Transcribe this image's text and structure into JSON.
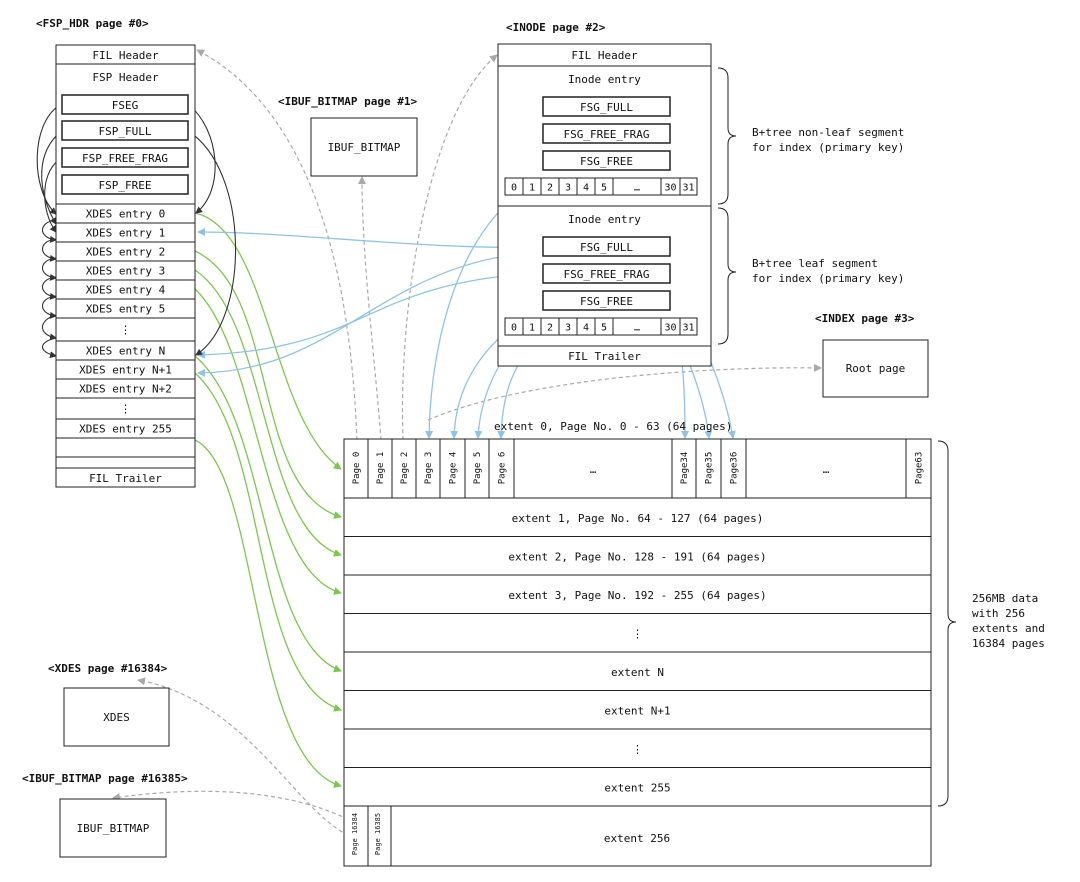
{
  "colors": {
    "xdes_link": "#7cc84a",
    "inode_link": "#8ec3e6",
    "page_ref": "#a9a9a9",
    "list_link": "#333333",
    "border": "#222222"
  },
  "fsp_hdr": {
    "title": "<FSP_HDR page #0>",
    "fil_header": "FIL Header",
    "fsp_header": "FSP Header",
    "fseg": "FSEG",
    "fsp_full": "FSP_FULL",
    "fsp_free_frag": "FSP_FREE_FRAG",
    "fsp_free": "FSP_FREE",
    "entries": [
      "XDES entry 0",
      "XDES entry 1",
      "XDES entry 2",
      "XDES entry 3",
      "XDES entry 4",
      "XDES entry 5",
      "⋮",
      "XDES entry N",
      "XDES entry N+1",
      "XDES entry N+2",
      "⋮",
      "XDES entry 255",
      ""
    ],
    "fil_trailer": "FIL Trailer"
  },
  "ibuf_bitmap_1": {
    "title": "<IBUF_BITMAP page #1>",
    "label": "IBUF_BITMAP"
  },
  "inode": {
    "title": "<INODE page #2>",
    "fil_header": "FIL Header",
    "entry1": {
      "title": "Inode entry",
      "lists": [
        "FSG_FULL",
        "FSG_FREE_FRAG",
        "FSG_FREE"
      ],
      "slots": [
        "0",
        "1",
        "2",
        "3",
        "4",
        "5",
        "…",
        "30",
        "31"
      ]
    },
    "entry2": {
      "title": "Inode entry",
      "lists": [
        "FSG_FULL",
        "FSG_FREE_FRAG",
        "FSG_FREE"
      ],
      "slots": [
        "0",
        "1",
        "2",
        "3",
        "4",
        "5",
        "…",
        "30",
        "31"
      ]
    },
    "fil_trailer": "FIL Trailer",
    "brace1": [
      "B+tree non-leaf segment",
      "for index (primary key)"
    ],
    "brace2": [
      "B+tree leaf segment",
      "for index (primary key)"
    ]
  },
  "index_page": {
    "title": "<INDEX page #3>",
    "label": "Root page"
  },
  "extent0": {
    "caption": "extent 0, Page No. 0 - 63 (64 pages)",
    "pages": [
      "Page 0",
      "Page 1",
      "Page 2",
      "Page 3",
      "Page 4",
      "Page 5",
      "Page 6",
      "…",
      "Page34",
      "Page35",
      "Page36",
      "…",
      "Page63"
    ]
  },
  "extents": [
    "extent 1, Page No. 64 - 127 (64 pages)",
    "extent 2, Page No. 128 - 191 (64 pages)",
    "extent 3, Page No. 192 - 255 (64 pages)",
    "⋮",
    "extent N",
    "extent N+1",
    "⋮",
    "extent 255"
  ],
  "extent256": {
    "pages": [
      "Page 16384",
      "Page 16385"
    ],
    "label": "extent 256"
  },
  "data_note": [
    "256MB data",
    "with 256",
    "extents and",
    "16384 pages"
  ],
  "xdes_page": {
    "title": "<XDES page #16384>",
    "label": "XDES"
  },
  "ibuf_bitmap_16385": {
    "title": "<IBUF_BITMAP page #16385>",
    "label": "IBUF_BITMAP"
  }
}
